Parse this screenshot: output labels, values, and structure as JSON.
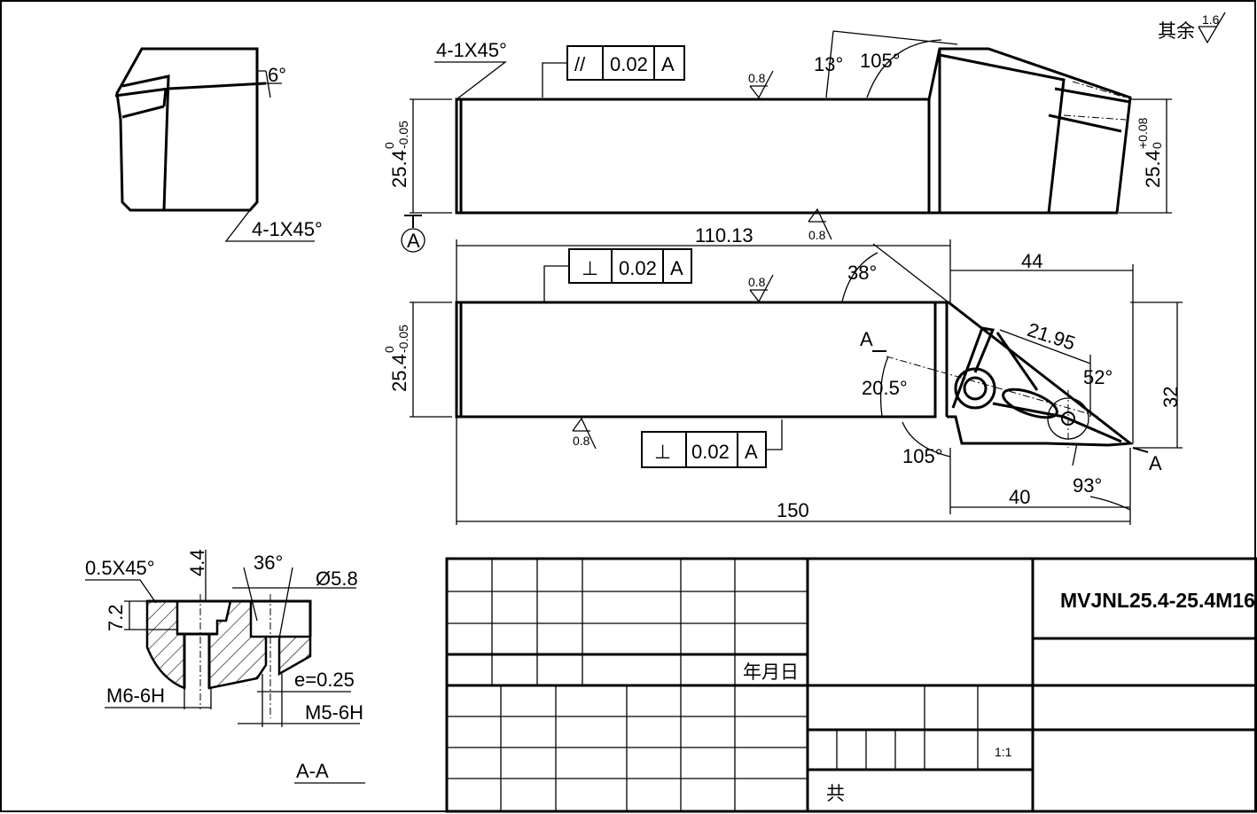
{
  "surface_finish": {
    "label": "其余",
    "value": "1.6"
  },
  "side_view": {
    "angle": "6°",
    "chamfer": "4-1X45°"
  },
  "top_view": {
    "chamfer": "4-1X45°",
    "tolerance": {
      "symbol": "//",
      "value": "0.02",
      "datum": "A"
    },
    "roughness_top": "0.8",
    "roughness_bottom": "0.8",
    "angle_13": "13°",
    "angle_105": "105°",
    "height_left": {
      "nominal": "25.4",
      "upper": "0",
      "lower": "-0.05"
    },
    "datum_label": "A",
    "height_right": {
      "nominal": "25.4",
      "upper": "+0.08",
      "lower": "0"
    }
  },
  "front_view": {
    "length_110": "110.13",
    "tolerance_top": {
      "symbol": "⊥",
      "value": "0.02",
      "datum": "A"
    },
    "roughness_top": "0.8",
    "angle_38": "38°",
    "dim_44": "44",
    "section_mark_top": "A",
    "dim_21_95": "21.95",
    "angle_52": "52°",
    "angle_20_5": "20.5°",
    "dim_32": "32",
    "height": {
      "nominal": "25.4",
      "upper": "0",
      "lower": "-0.05"
    },
    "roughness_bottom": "0.8",
    "tolerance_bottom": {
      "symbol": "⊥",
      "value": "0.02",
      "datum": "A"
    },
    "angle_105": "105°",
    "section_mark_bottom": "A",
    "angle_93": "93°",
    "dim_40": "40",
    "length_150": "150"
  },
  "section_view": {
    "chamfer": "0.5X45°",
    "dim_4_4": "4.4",
    "angle_36": "36°",
    "diameter": "Ø5.8",
    "dim_7_2": "7.2",
    "thread_m6": "M6-6H",
    "eccentric": "e=0.25",
    "thread_m5": "M5-6H",
    "title": "A-A"
  },
  "title_block": {
    "part_number": "MVJNL25.4-25.4M16",
    "date_label": "年月日",
    "scale": "1:1",
    "total_label": "共"
  }
}
